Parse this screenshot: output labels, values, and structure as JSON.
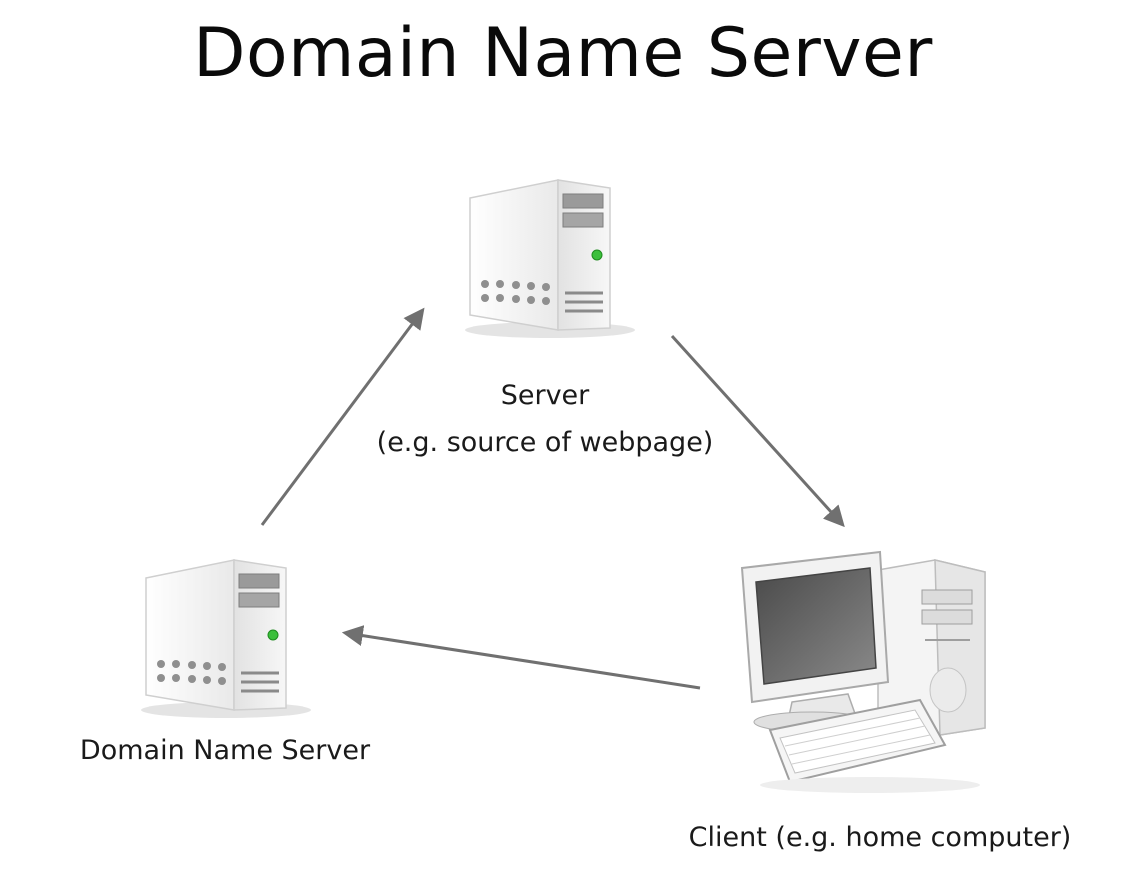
{
  "title": "Domain Name Server",
  "nodes": {
    "server": {
      "line1": "Server",
      "line2": "(e.g. source of webpage)"
    },
    "dns": {
      "label": "Domain Name Server"
    },
    "client": {
      "label": "Client (e.g. home computer)"
    }
  },
  "colors": {
    "arrow": "#707070",
    "server_body": "#f2f2f2",
    "server_edge": "#c8c8c8",
    "led": "#3bbf3b",
    "screen": "#5a5a5a"
  },
  "icons": [
    "server-icon",
    "dns-server-icon",
    "client-computer-icon"
  ]
}
